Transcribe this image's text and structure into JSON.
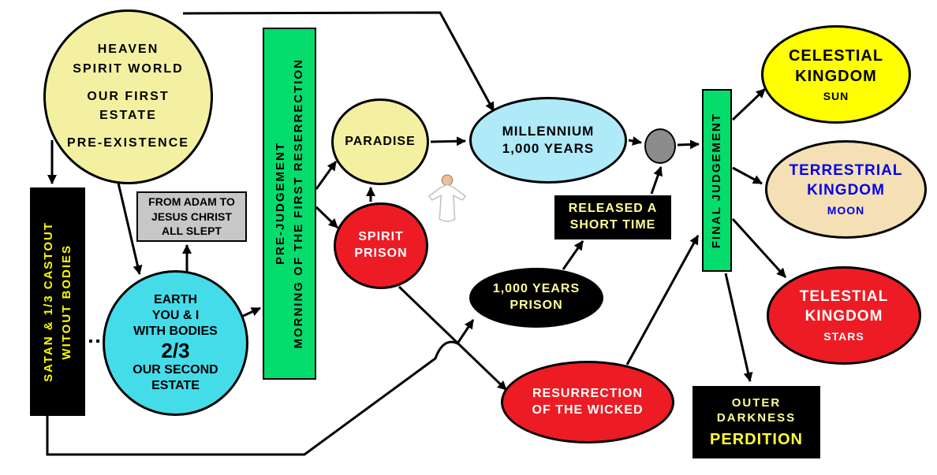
{
  "nodes": {
    "heaven": {
      "lines": [
        "HEAVEN",
        "SPIRIT WORLD",
        "OUR FIRST",
        "ESTATE",
        "PRE-EXISTENCE"
      ]
    },
    "satan_castout": {
      "lines": [
        "SATAN & 1/3 CASTOUT",
        "WITOUT BODIES"
      ]
    },
    "adam_sleep": {
      "lines": [
        "FROM ADAM TO",
        "JESUS CHRIST",
        "ALL SLEPT"
      ]
    },
    "earth": {
      "lines": [
        "EARTH",
        "YOU & I",
        "WITH BODIES",
        "2/3",
        "OUR SECOND",
        "ESTATE"
      ]
    },
    "pre_judgement": {
      "lines": [
        "PRE-JUDGEMENT",
        "MORNING OF THE FIRST RESERRECTION"
      ]
    },
    "paradise": {
      "label": "PARADISE"
    },
    "spirit_prison": {
      "lines": [
        "SPIRIT",
        "PRISON"
      ]
    },
    "millennium": {
      "lines": [
        "MILLENNIUM",
        "1,000 YEARS"
      ]
    },
    "released": {
      "lines": [
        "RELEASED A",
        "SHORT TIME"
      ]
    },
    "years_prison": {
      "lines": [
        "1,000 YEARS",
        "PRISON"
      ]
    },
    "resurrection_wicked": {
      "lines": [
        "RESURRECTION",
        "OF THE WICKED"
      ]
    },
    "final_judgement": {
      "label": "FINAL JUDGEMENT"
    },
    "celestial": {
      "lines": [
        "CELESTIAL",
        "KINGDOM"
      ],
      "sub": "SUN"
    },
    "terrestrial": {
      "lines": [
        "TERRESTRIAL",
        "KINGDOM"
      ],
      "sub": "MOON"
    },
    "telestial": {
      "lines": [
        "TELESTIAL",
        "KINGDOM"
      ],
      "sub": "STARS"
    },
    "outer_darkness": {
      "lines": [
        "OUTER",
        "DARKNESS"
      ],
      "sub": "PERDITION"
    }
  },
  "edges": [
    {
      "from": "heaven",
      "to": "millennium"
    },
    {
      "from": "heaven",
      "to": "satan_castout"
    },
    {
      "from": "heaven",
      "to": "earth"
    },
    {
      "from": "earth",
      "to": "adam_sleep"
    },
    {
      "from": "earth",
      "to": "pre_judgement"
    },
    {
      "from": "satan_castout",
      "to": "earth",
      "style": "dotted"
    },
    {
      "from": "pre_judgement",
      "to": "paradise"
    },
    {
      "from": "pre_judgement",
      "to": "spirit_prison"
    },
    {
      "from": "spirit_prison",
      "to": "paradise"
    },
    {
      "from": "paradise",
      "to": "millennium"
    },
    {
      "from": "millennium",
      "to": "final_judgement"
    },
    {
      "from": "spirit_prison",
      "to": "resurrection_wicked"
    },
    {
      "from": "satan_castout",
      "to": "years_prison"
    },
    {
      "from": "years_prison",
      "to": "released"
    },
    {
      "from": "released",
      "to": "final_judgement"
    },
    {
      "from": "resurrection_wicked",
      "to": "final_judgement"
    },
    {
      "from": "final_judgement",
      "to": "celestial"
    },
    {
      "from": "final_judgement",
      "to": "terrestrial"
    },
    {
      "from": "final_judgement",
      "to": "telestial"
    },
    {
      "from": "final_judgement",
      "to": "outer_darkness"
    }
  ],
  "colors": {
    "pale_yellow": "#f3f0a2",
    "bright_yellow": "#ffff00",
    "cyan": "#45dcea",
    "light_cyan": "#aeeaf8",
    "green": "#04dc6c",
    "red": "#ed1c24",
    "wheat": "#f5dfb5",
    "gray_box": "#c7c7c7",
    "gray_ellipse": "#8c8c8c",
    "black": "#000000",
    "pale_yellow_text": "#ffff99",
    "blue_text": "#0000ee",
    "white_text": "#ffffff"
  }
}
